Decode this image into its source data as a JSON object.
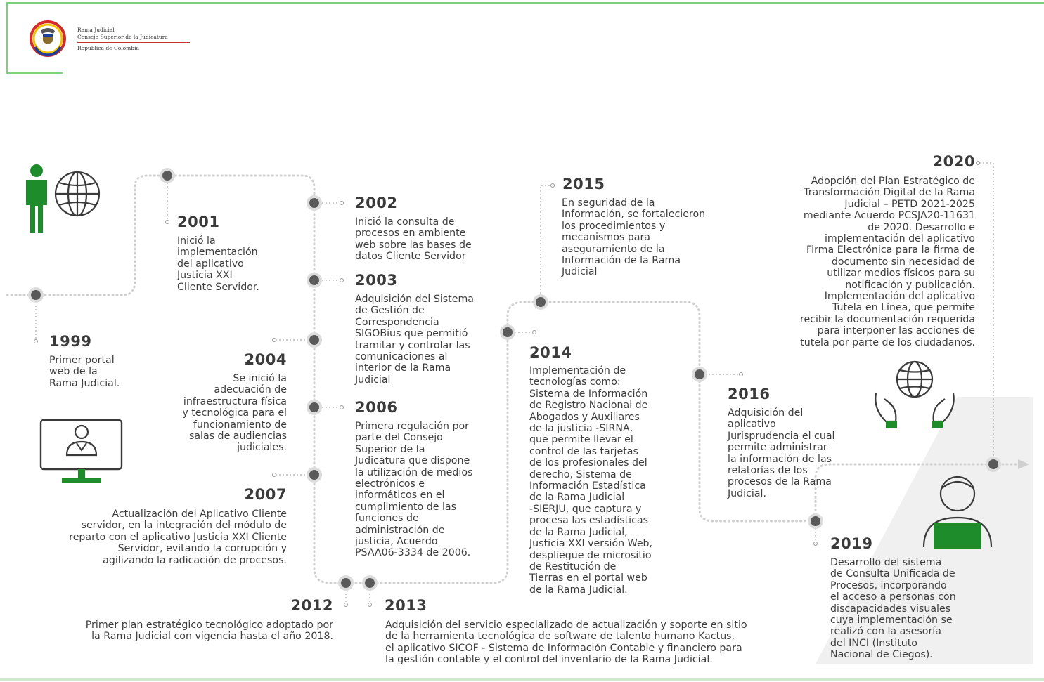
{
  "header": {
    "logo_lines": [
      "Rama Judicial",
      "Consejo Superior de la Judicatura",
      "República de Colombia"
    ]
  },
  "colors": {
    "accent_green": "#1e8c2b",
    "text": "#3a3a3a",
    "node": "#5a5a5a",
    "dots": "#c8c8c8",
    "frame": "#7fd07a"
  },
  "icons": [
    "person-globe-icon",
    "monitor-user-icon",
    "hands-globe-icon",
    "person-laptop-icon"
  ],
  "timeline": [
    {
      "year": "1999",
      "text": "Primer portal\nweb de la\nRama Judicial."
    },
    {
      "year": "2001",
      "text": "Inició la\nimplementación\ndel aplicativo\nJusticia XXI\nCliente Servidor."
    },
    {
      "year": "2002",
      "text": "Inició la consulta de\nprocesos en ambiente\nweb sobre las bases de\ndatos Cliente Servidor"
    },
    {
      "year": "2003",
      "text": "Adquisición del Sistema\nde Gestión de\nCorrespondencia\nSIGOBius que permitió\ntramitar y controlar las\ncomunicaciones al\ninterior de la Rama\nJudicial"
    },
    {
      "year": "2004",
      "text": "Se inició la\nadecuación de\ninfraestructura física\ny tecnológica para el\nfuncionamiento de\nsalas de audiencias\njudiciales."
    },
    {
      "year": "2006",
      "text": "Primera regulación por\nparte del Consejo\nSuperior de la\nJudicatura que dispone\nla utilización de medios\nelectrónicos e\ninformáticos en el\ncumplimiento de las\nfunciones de\nadministración de\njusticia, Acuerdo\nPSAA06-3334 de 2006."
    },
    {
      "year": "2007",
      "text": "Actualización del Aplicativo Cliente\nservidor, en la integración del módulo de\nreparto con el aplicativo Justicia XXI Cliente\nServidor, evitando la corrupción y\nagilizando la radicación de procesos."
    },
    {
      "year": "2012",
      "text": "Primer plan estratégico tecnológico adoptado por\nla Rama Judicial con vigencia hasta el año 2018."
    },
    {
      "year": "2013",
      "text": "Adquisición del servicio especializado de actualización y soporte en sitio\nde la herramienta tecnológica de software de talento humano Kactus,\nel aplicativo SICOF - Sistema de Información Contable y financiero para\nla gestión contable y el control del inventario de la Rama Judicial."
    },
    {
      "year": "2014",
      "text": "Implementación de\ntecnologías como:\nSistema de Información\nde Registro Nacional de\nAbogados y Auxiliares\nde la justicia -SIRNA,\nque permite llevar el\ncontrol de las tarjetas\nde los profesionales del\nderecho, Sistema de\nInformación Estadística\nde la Rama Judicial\n-SIERJU, que captura y\nprocesa las estadísticas\nde la Rama Judicial,\nJusticia XXI versión Web,\ndespliegue de micrositio\nde Restitución de\nTierras en el portal web\nde la Rama Judicial."
    },
    {
      "year": "2015",
      "text": "En seguridad de la\nInformación, se fortalecieron\nlos procedimientos y\nmecanismos para\naseguramiento de la\nInformación de la Rama\nJudicial"
    },
    {
      "year": "2016",
      "text": "Adquisición del\naplicativo\nJurisprudencia el cual\npermite administrar\nla información de las\nrelatorías de los\nprocesos de la Rama\nJudicial."
    },
    {
      "year": "2019",
      "text": "Desarrollo del sistema\nde Consulta Unificada de\nProcesos, incorporando\nel acceso a personas con\ndiscapacidades visuales\ncuya implementación se\nrealizó con la asesoría\ndel INCI (Instituto\nNacional de Ciegos)."
    },
    {
      "year": "2020",
      "text": "Adopción del Plan Estratégico de\nTransformación Digital de la Rama\nJudicial – PETD 2021-2025\nmediante Acuerdo PCSJA20-11631\nde 2020. Desarrollo e\nimplementación del aplicativo\nFirma Electrónica para la firma de\ndocumento sin necesidad de\nutilizar medios físicos para su\nnotificación y publicación.\nImplementación del aplicativo\nTutela en Línea, que permite\nrecibir la documentación requerida\npara interponer las acciones de\ntutela por parte de los ciudadanos."
    }
  ]
}
